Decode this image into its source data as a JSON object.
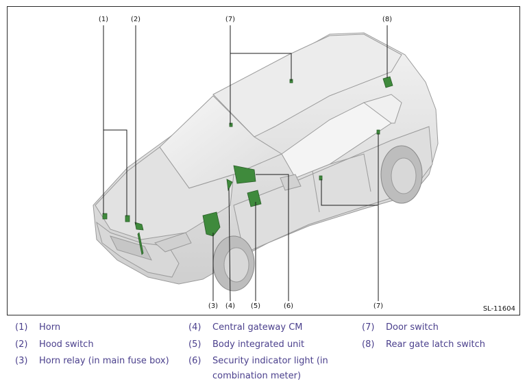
{
  "figure_id": "SL-11604",
  "callouts": {
    "c1": "(1)",
    "c2": "(2)",
    "c3": "(3)",
    "c4": "(4)",
    "c5": "(5)",
    "c6": "(6)",
    "c7_top": "(7)",
    "c7_bottom": "(7)",
    "c8": "(8)"
  },
  "legend": [
    {
      "num": "(1)",
      "label": "Horn"
    },
    {
      "num": "(2)",
      "label": "Hood switch"
    },
    {
      "num": "(3)",
      "label": "Horn relay (in main fuse box)"
    },
    {
      "num": "(4)",
      "label": "Central gateway CM"
    },
    {
      "num": "(5)",
      "label": "Body integrated unit"
    },
    {
      "num": "(6)",
      "label": "Security indicator light (in",
      "label_cont": "combination meter)"
    },
    {
      "num": "(7)",
      "label": "Door switch"
    },
    {
      "num": "(8)",
      "label": "Rear gate latch switch"
    }
  ],
  "colors": {
    "component": "#3f8a3c",
    "legend_text": "#4a3f8c",
    "body": "#e6e6e6"
  }
}
